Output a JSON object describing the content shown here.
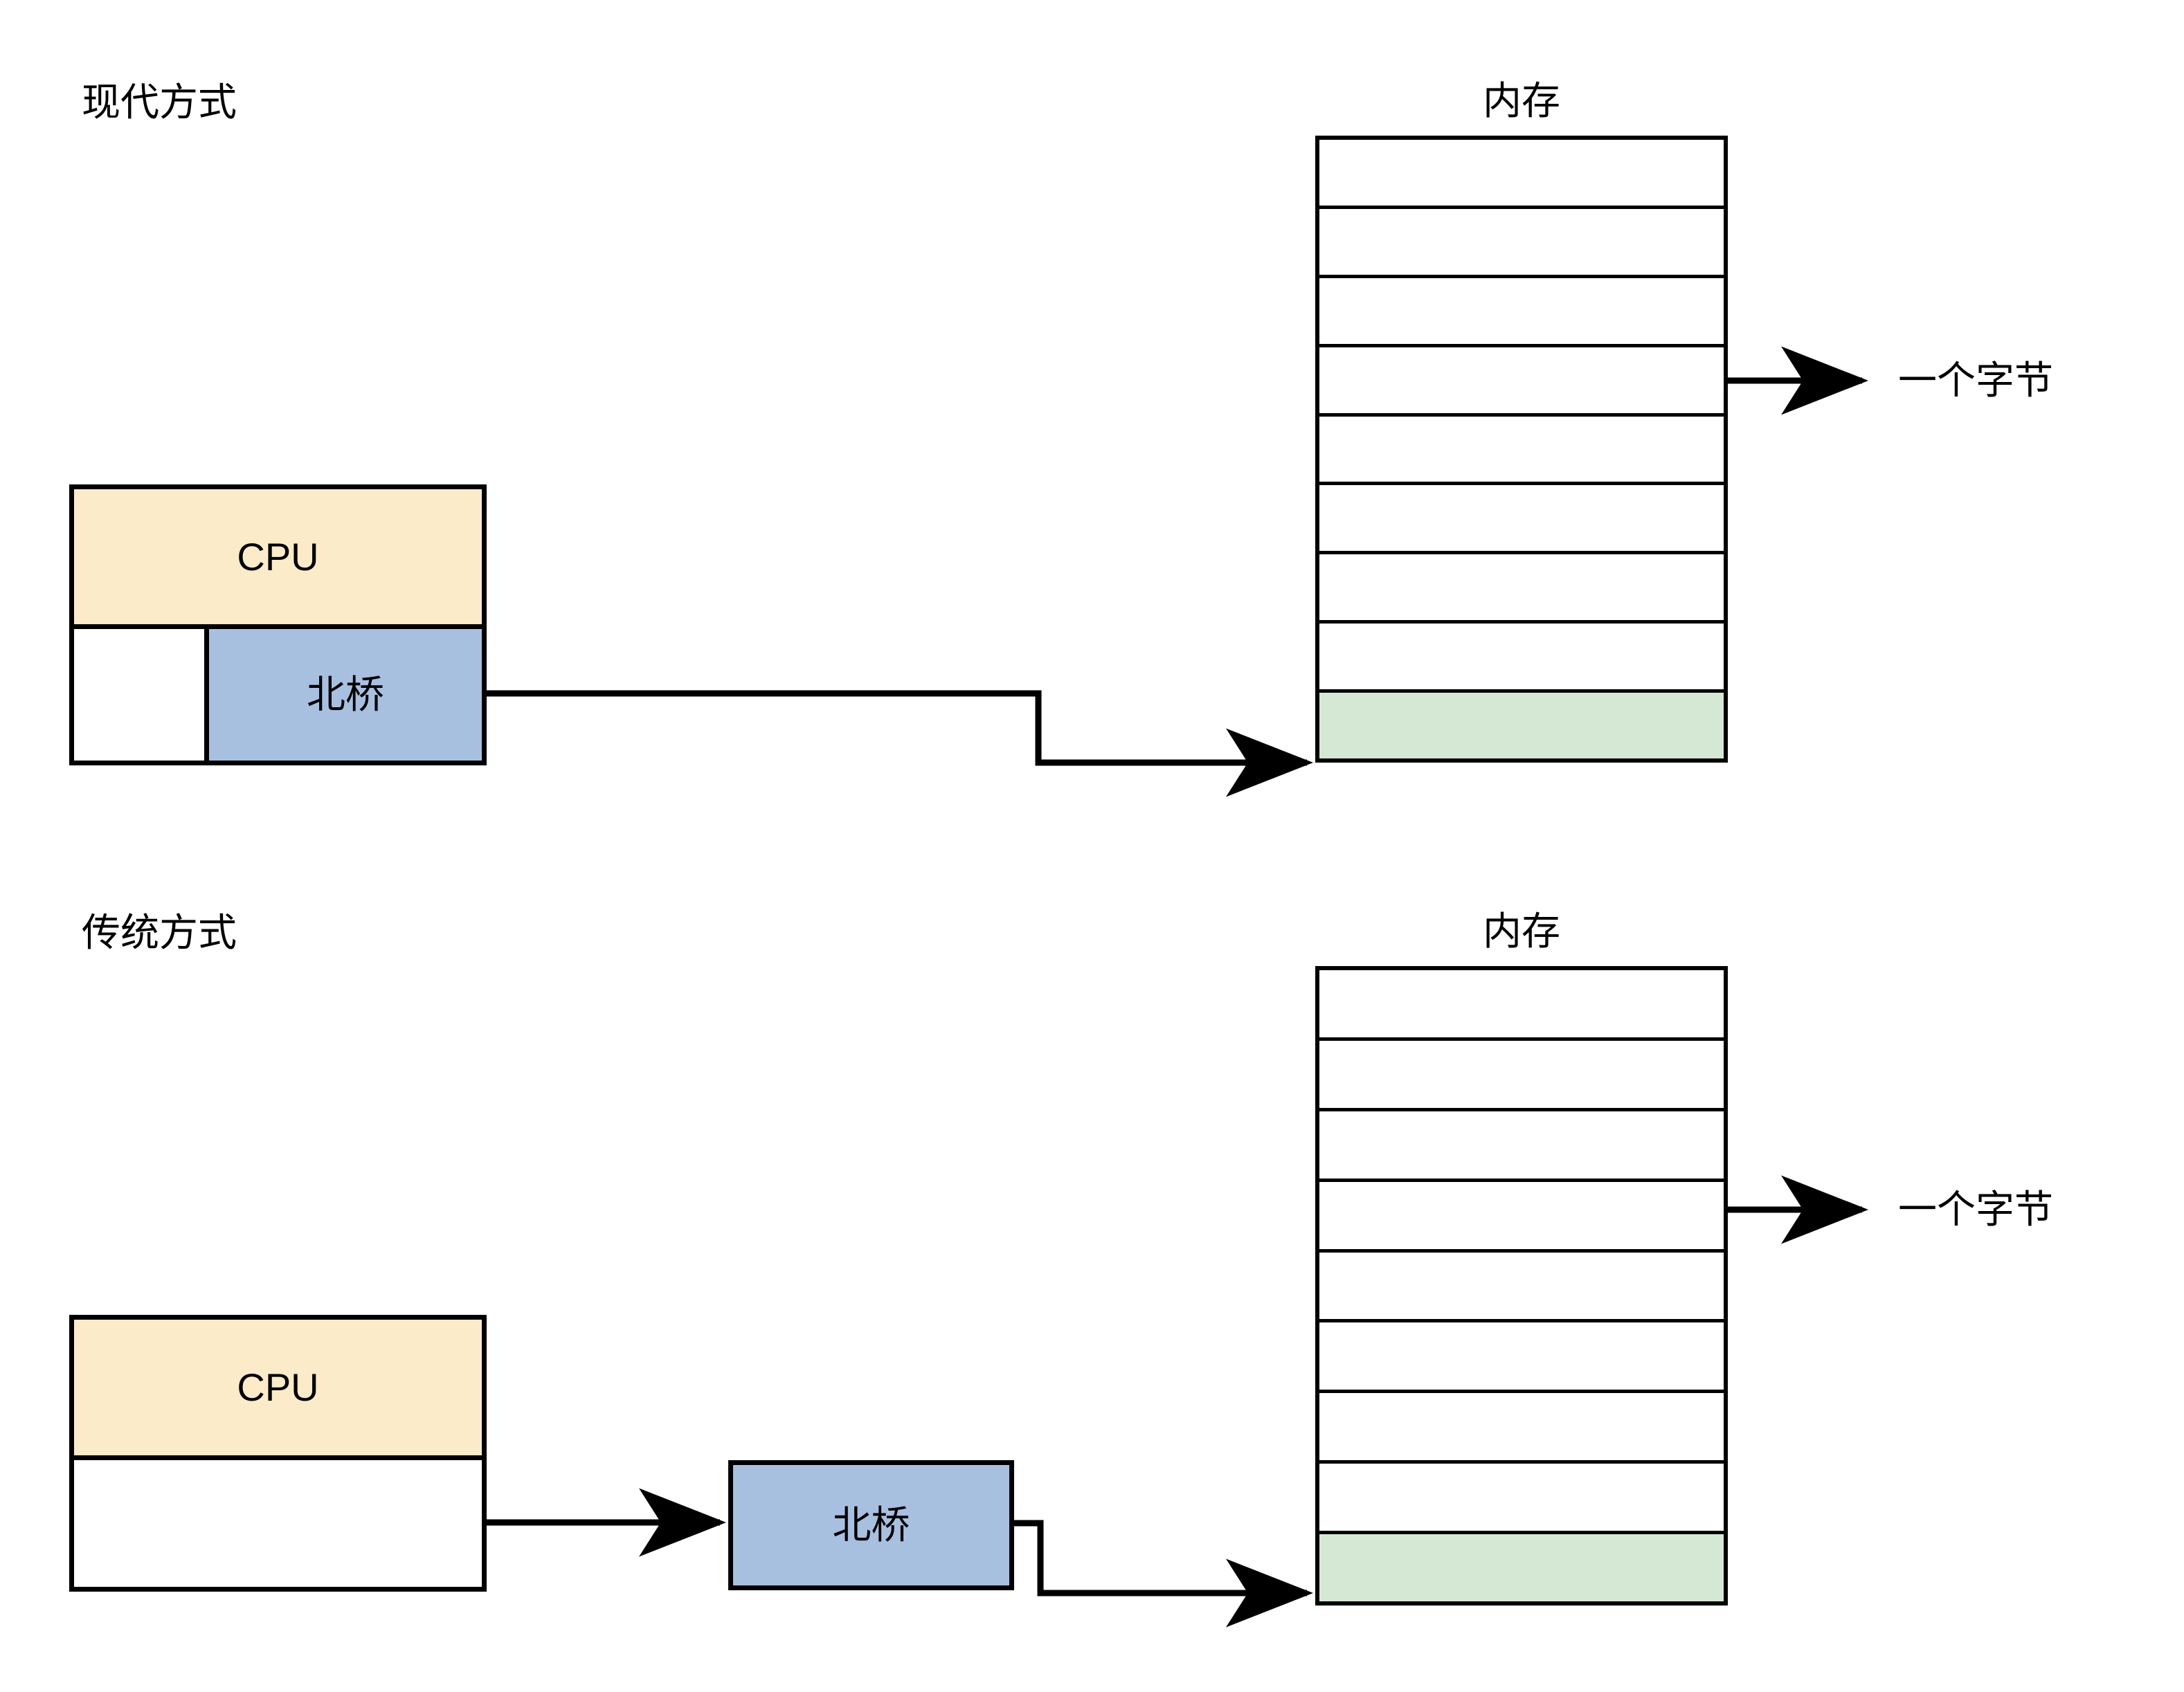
{
  "diagram": {
    "title_modern": "现代方式",
    "title_legacy": "传统方式",
    "memory_label": "内存",
    "cpu_label": "CPU",
    "northbridge_label": "北桥",
    "byte_label": "一个字节",
    "colors": {
      "cpu_fill": "#fcebc8",
      "northbridge_fill": "#a8c0e0",
      "memory_cell_fill": "#ffffff",
      "memory_highlight_fill": "#d5e8d4",
      "stroke": "#000000",
      "background": "#ffffff"
    },
    "memory_cells_total": 9,
    "memory_highlight_index": 8,
    "memory_byte_arrow_at_cell_boundary": 4
  },
  "sections": [
    {
      "id": "modern",
      "title": "现代方式",
      "memory_label": "内存",
      "cpu_label": "CPU",
      "northbridge_label": "北桥",
      "byte_label": "一个字节",
      "northbridge_inside_cpu": true
    },
    {
      "id": "legacy",
      "title": "传统方式",
      "memory_label": "内存",
      "cpu_label": "CPU",
      "northbridge_label": "北桥",
      "byte_label": "一个字节",
      "northbridge_inside_cpu": false
    }
  ]
}
